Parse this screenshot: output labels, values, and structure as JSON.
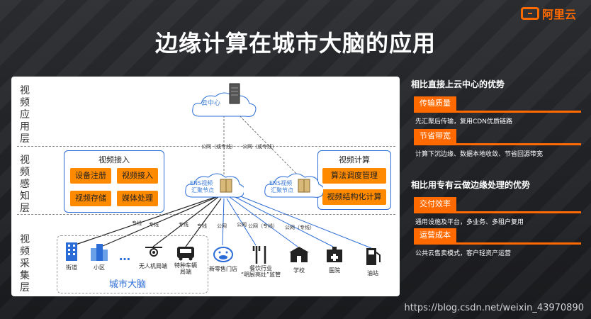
{
  "logo": {
    "text": "阿里云"
  },
  "title": "边缘计算在城市大脑的应用",
  "layers": {
    "app": "视频应用层",
    "perception": "视频感知层",
    "collection": "视频采集层"
  },
  "cloud_center": "云中心",
  "link_labels": {
    "public_left": "公网（或专线）",
    "public_right": "公网（或专线）",
    "zx1": "专线",
    "zx2": "专线",
    "zx3": "专线",
    "zx4": "专线",
    "gw1": "公网",
    "gw2": "公网",
    "gw3": "公网（专线）",
    "gw4": "公网（专线）"
  },
  "ens_node_left": [
    "ENS视频",
    "汇聚节点"
  ],
  "ens_node_right": [
    "ENS视频",
    "汇聚节点"
  ],
  "video_access": {
    "title": "视频接入",
    "buttons": [
      "设备注册",
      "视频接入",
      "视频存储",
      "媒体处理"
    ]
  },
  "video_compute": {
    "title": "视频计算",
    "buttons": [
      "算法调度管理",
      "视频结构化计算"
    ]
  },
  "devices": [
    {
      "icon": "building-icon",
      "label": "街道"
    },
    {
      "icon": "apartment-icon",
      "label": "小区"
    },
    {
      "icon": "ellipsis-icon",
      "label": "…"
    },
    {
      "icon": "drone-icon",
      "label": "无人机局端"
    },
    {
      "icon": "vehicle-icon",
      "label": "特种车辆\n局端"
    },
    {
      "icon": "hippo-icon",
      "label": "新零售门店"
    },
    {
      "icon": "cutlery-icon",
      "label": "餐饮行业\n“明厨亮灶”监管"
    },
    {
      "icon": "school-icon",
      "label": "学校"
    },
    {
      "icon": "hospital-icon",
      "label": "医院"
    },
    {
      "icon": "gas-station-icon",
      "label": "油站"
    }
  ],
  "city_brain": "城市大脑",
  "right": {
    "section1": {
      "title": "相比直接上云中心的优势",
      "items": [
        {
          "badge": "传输质量",
          "desc": "先汇聚后传输，复用CDN优质链路"
        },
        {
          "badge": "节省带宽",
          "desc": "计算下沉边缘、数据本地收敛、节省回源带宽"
        }
      ]
    },
    "section2": {
      "title": "相比用专有云做边缘处理的优势",
      "items": [
        {
          "badge": "交付效率",
          "desc": "通用设施及平台，多业务、多租户复用"
        },
        {
          "badge": "运营成本",
          "desc": "公共云售卖模式，客户轻资产运营"
        }
      ]
    }
  },
  "watermark": "https://blog.csdn.net/weixin_43970890",
  "colors": {
    "accent": "#ff6a00",
    "button": "#ff8a00",
    "line_blue": "#2b6cd6"
  }
}
